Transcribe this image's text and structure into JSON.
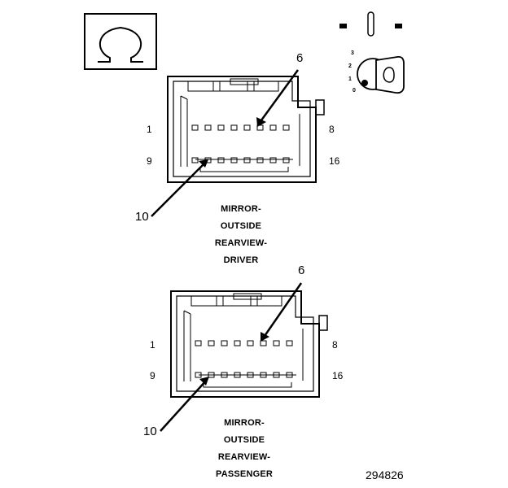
{
  "connectors": [
    {
      "pin_first_top": "1",
      "pin_last_top": "8",
      "pin_first_bottom": "9",
      "pin_last_bottom": "16",
      "callout_top": "6",
      "callout_bottom": "10",
      "caption": [
        "MIRROR-",
        "OUTSIDE",
        "REARVIEW-",
        "DRIVER"
      ]
    },
    {
      "pin_first_top": "1",
      "pin_last_top": "8",
      "pin_first_bottom": "9",
      "pin_last_bottom": "16",
      "callout_top": "6",
      "callout_bottom": "10",
      "caption": [
        "MIRROR-",
        "OUTSIDE",
        "REARVIEW-",
        "PASSENGER"
      ]
    }
  ],
  "key_positions": [
    "3",
    "2",
    "1",
    "0"
  ],
  "figure_number": "294826",
  "icons": {
    "symbol_box": "omega-icon",
    "ignition": "ignition-key-icon"
  }
}
